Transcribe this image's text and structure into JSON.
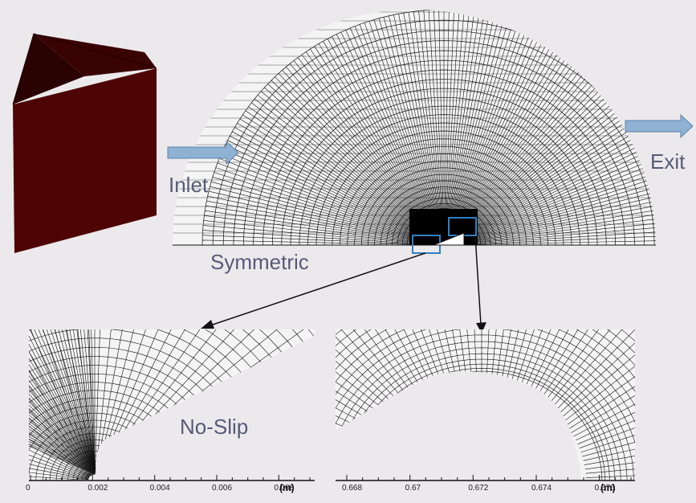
{
  "labels": {
    "inlet": "Inlet",
    "exit": "Exit",
    "symmetric": "Symmetric",
    "no_slip": "No-Slip"
  },
  "left_axis": {
    "ticks": [
      "0",
      "0.002",
      "0.004",
      "0.006",
      "0.008"
    ],
    "unit": "(m)"
  },
  "right_axis": {
    "ticks": [
      "0.668",
      "0.67",
      "0.672",
      "0.674",
      "0.676"
    ],
    "unit": "(m)"
  },
  "colors": {
    "background": "#ece9ec",
    "wedge_front": "#4e0404",
    "wedge_top": "#2b0202",
    "arrow_fill": "#8fb1d2",
    "arrow_stroke": "#5e84ad",
    "label": "#565a78",
    "zoom_box": "#2f7fc2",
    "mesh": "#111111"
  }
}
